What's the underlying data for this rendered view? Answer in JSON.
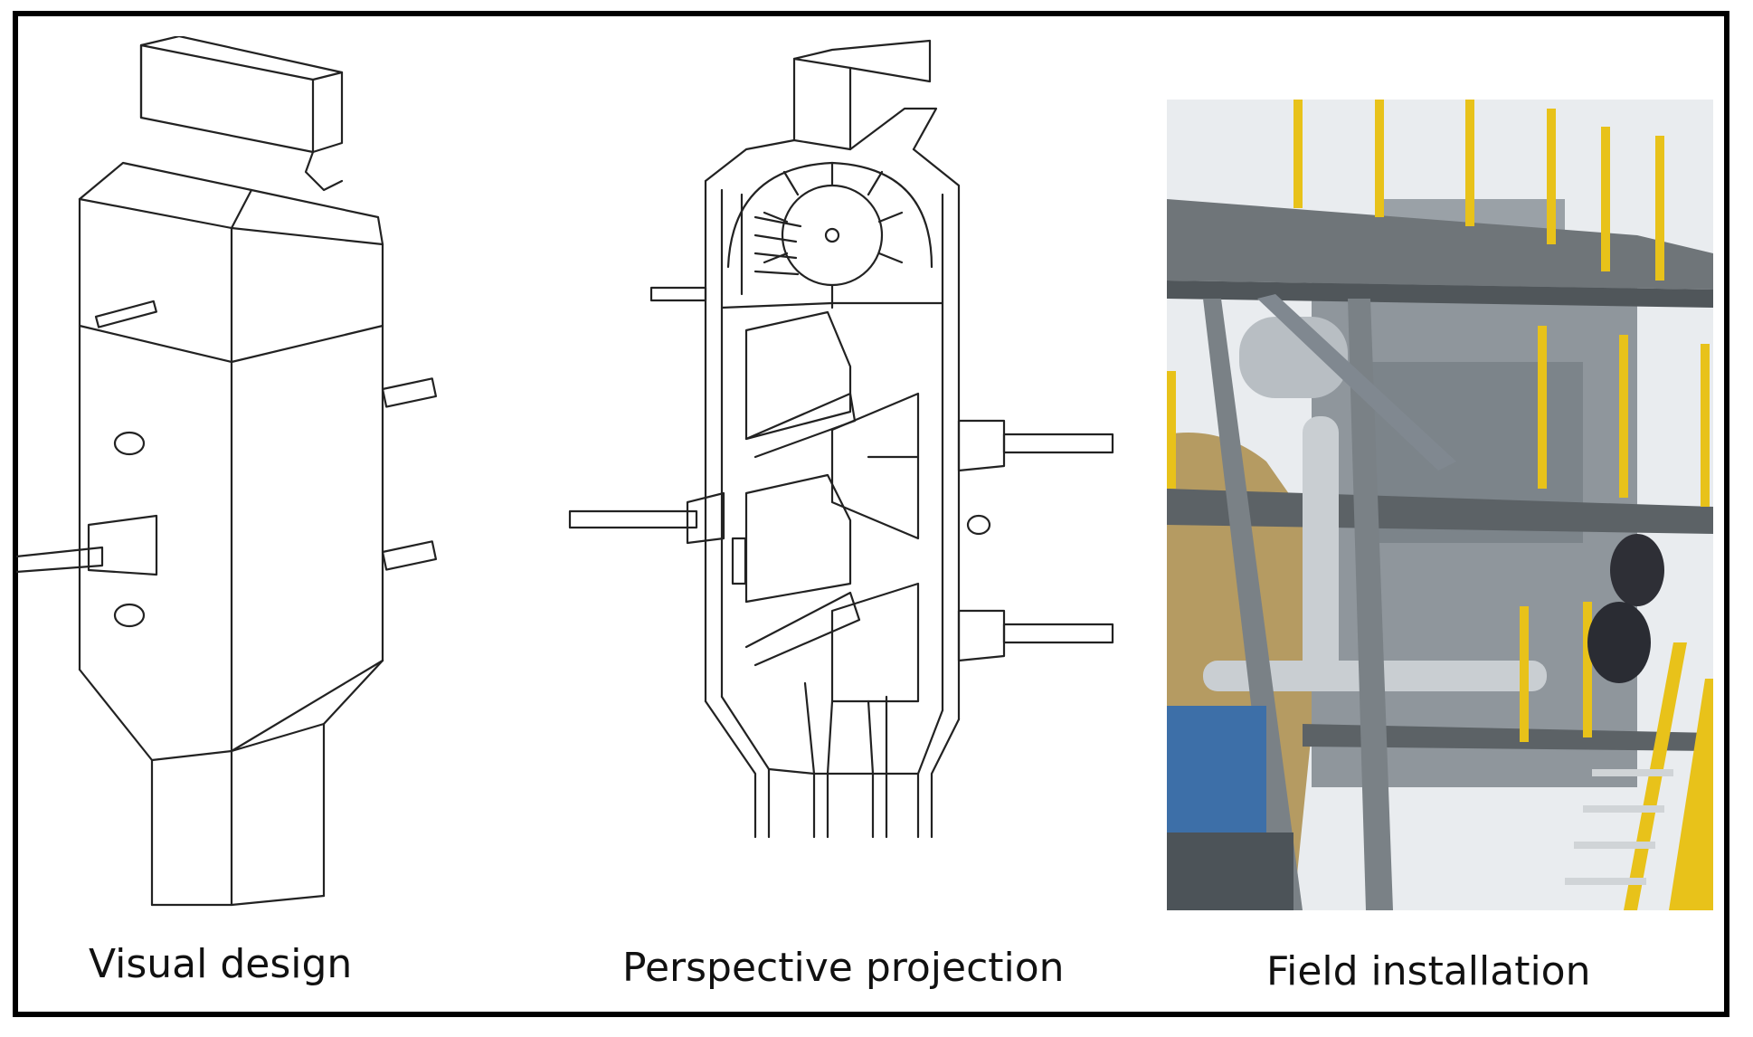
{
  "figure": {
    "captions": {
      "visual_design": "Visual design",
      "perspective_projection": "Perspective projection",
      "field_installation": "Field installation"
    }
  },
  "colors": {
    "frame": "#000000",
    "line_art": "#222222",
    "photo_steel": "#8f969c",
    "photo_railing": "#e8c21a",
    "photo_sky": "#e9ecef",
    "photo_soil": "#b59b62"
  }
}
